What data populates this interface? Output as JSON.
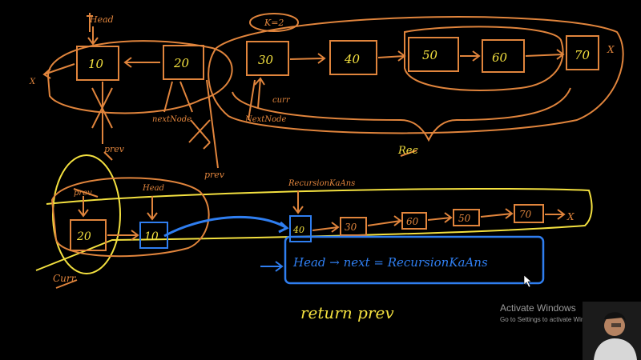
{
  "colors": {
    "background": "#000000",
    "orange": "#e0843c",
    "yellow": "#f3e03f",
    "blue": "#2f7ef0",
    "white": "#e8e8e8"
  },
  "top_list": {
    "head_label": "Head",
    "k_label": "K=2",
    "nodes": [
      "10",
      "20",
      "30",
      "40",
      "50",
      "60",
      "70"
    ],
    "end_mark": "X",
    "start_mark": "X",
    "curr_label": "curr",
    "next_node_label": "nextNode",
    "next_node_label_right": "NextNode",
    "prev_label": "prev",
    "prev_label_2": "prev",
    "rec_label": "Rec"
  },
  "bottom_list": {
    "prev_label": "prev",
    "head_label": "Head",
    "recursion_label": "RecursionKaAns",
    "nodes": [
      "20",
      "10",
      "40",
      "30",
      "60",
      "50",
      "70"
    ],
    "end_mark": "X",
    "curr_label": "Curr",
    "formula": "Head → next = RecursionKaAns",
    "return_text": "return prev"
  },
  "watermark": {
    "title": "Activate Windows",
    "subtitle": "Go to Settings to activate Windows."
  },
  "icons": {
    "cursor": "mouse-pointer-icon",
    "webcam": "presenter-webcam"
  }
}
